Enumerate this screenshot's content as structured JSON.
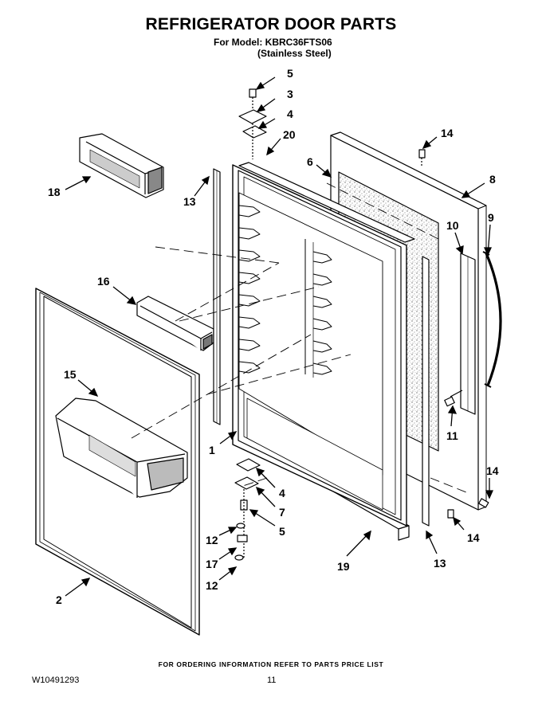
{
  "header": {
    "title": "REFRIGERATOR DOOR PARTS",
    "model_line": "For Model: KBRC36FTS06",
    "finish_line": "(Stainless Steel)"
  },
  "footer": {
    "ordering_note": "FOR ORDERING INFORMATION REFER TO PARTS PRICE LIST",
    "document_number": "W10491293",
    "page_number": "11"
  },
  "callouts": {
    "c5_top": "5",
    "c3": "3",
    "c4_top": "4",
    "c20": "20",
    "c14_top": "14",
    "c6": "6",
    "c8": "8",
    "c18": "18",
    "c13_left": "13",
    "c10": "10",
    "c9": "9",
    "c16": "16",
    "c15": "15",
    "c11": "11",
    "c1": "1",
    "c14_right": "14",
    "c4_bottom": "4",
    "c7": "7",
    "c5_bottom": "5",
    "c12_top": "12",
    "c14_bottom": "14",
    "c17": "17",
    "c19": "19",
    "c13_right": "13",
    "c12_bottom": "12",
    "c2": "2"
  }
}
